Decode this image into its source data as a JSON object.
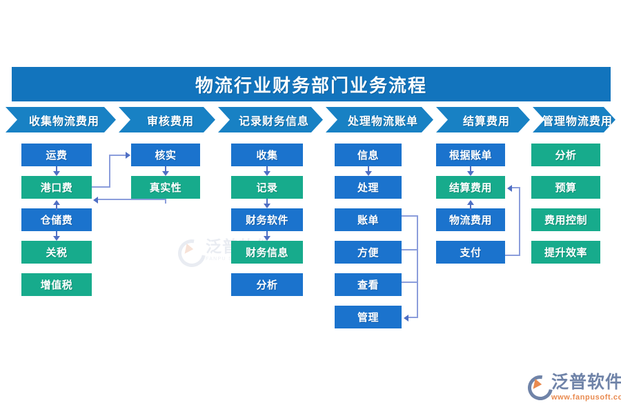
{
  "title": "物流行业财务部门业务流程",
  "colors": {
    "title_bar": "#1274bd",
    "chevron": "#1881c4",
    "box_blue": "#1b73cd",
    "box_teal": "#17ab8c",
    "connector": "#4f6fc4",
    "background": "#ffffff"
  },
  "phases": [
    {
      "label": "收集物流费用"
    },
    {
      "label": "审核费用"
    },
    {
      "label": "记录财务信息"
    },
    {
      "label": "处理物流账单"
    },
    {
      "label": "结算费用"
    },
    {
      "label": "管理物流费用"
    }
  ],
  "columns": [
    {
      "name": "collect-logistics-fees",
      "nodes": [
        {
          "label": "运费",
          "color": "blue"
        },
        {
          "label": "港口费",
          "color": "teal"
        },
        {
          "label": "仓储费",
          "color": "blue"
        },
        {
          "label": "关税",
          "color": "teal"
        },
        {
          "label": "增值税",
          "color": "teal"
        }
      ]
    },
    {
      "name": "audit-fees",
      "nodes": [
        {
          "label": "核实",
          "color": "blue"
        },
        {
          "label": "真实性",
          "color": "teal"
        }
      ]
    },
    {
      "name": "record-financial-info",
      "nodes": [
        {
          "label": "收集",
          "color": "blue"
        },
        {
          "label": "记录",
          "color": "teal"
        },
        {
          "label": "财务软件",
          "color": "blue"
        },
        {
          "label": "财务信息",
          "color": "teal"
        },
        {
          "label": "分析",
          "color": "blue"
        }
      ]
    },
    {
      "name": "process-logistics-bills",
      "nodes": [
        {
          "label": "信息",
          "color": "blue"
        },
        {
          "label": "处理",
          "color": "blue"
        },
        {
          "label": "账单",
          "color": "blue"
        },
        {
          "label": "方便",
          "color": "blue"
        },
        {
          "label": "查看",
          "color": "blue"
        },
        {
          "label": "管理",
          "color": "blue"
        }
      ]
    },
    {
      "name": "settle-fees",
      "nodes": [
        {
          "label": "根据账单",
          "color": "blue"
        },
        {
          "label": "结算费用",
          "color": "teal"
        },
        {
          "label": "物流费用",
          "color": "blue"
        },
        {
          "label": "支付",
          "color": "blue"
        }
      ]
    },
    {
      "name": "manage-logistics-fees",
      "nodes": [
        {
          "label": "分析",
          "color": "teal"
        },
        {
          "label": "预算",
          "color": "teal"
        },
        {
          "label": "费用控制",
          "color": "teal"
        },
        {
          "label": "提升效率",
          "color": "teal"
        }
      ]
    }
  ],
  "watermark": {
    "cn": "泛普软件",
    "en": "FANPU SOFTWARE"
  },
  "logo": {
    "cn": "泛普软件",
    "url": "www.fanpusoft.com"
  }
}
